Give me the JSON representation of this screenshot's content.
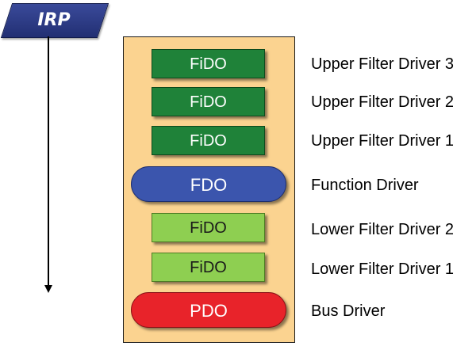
{
  "irp": {
    "label": "IRP"
  },
  "stack": {
    "upper_filters": [
      {
        "node": "FiDO",
        "label": "Upper Filter Driver 3"
      },
      {
        "node": "FiDO",
        "label": "Upper Filter Driver 2"
      },
      {
        "node": "FiDO",
        "label": "Upper Filter Driver 1"
      }
    ],
    "function": {
      "node": "FDO",
      "label": "Function Driver"
    },
    "lower_filters": [
      {
        "node": "FiDO",
        "label": "Lower Filter Driver 2"
      },
      {
        "node": "FiDO",
        "label": "Lower Filter Driver 1"
      }
    ],
    "bus": {
      "node": "PDO",
      "label": "Bus Driver"
    }
  },
  "colors": {
    "irp_fill": "#2a387f",
    "panel_fill": "#fbd390",
    "upper_filter_fill": "#1f8239",
    "lower_filter_fill": "#8ecf51",
    "function_fill": "#3b55ad",
    "bus_fill": "#e8232a"
  }
}
